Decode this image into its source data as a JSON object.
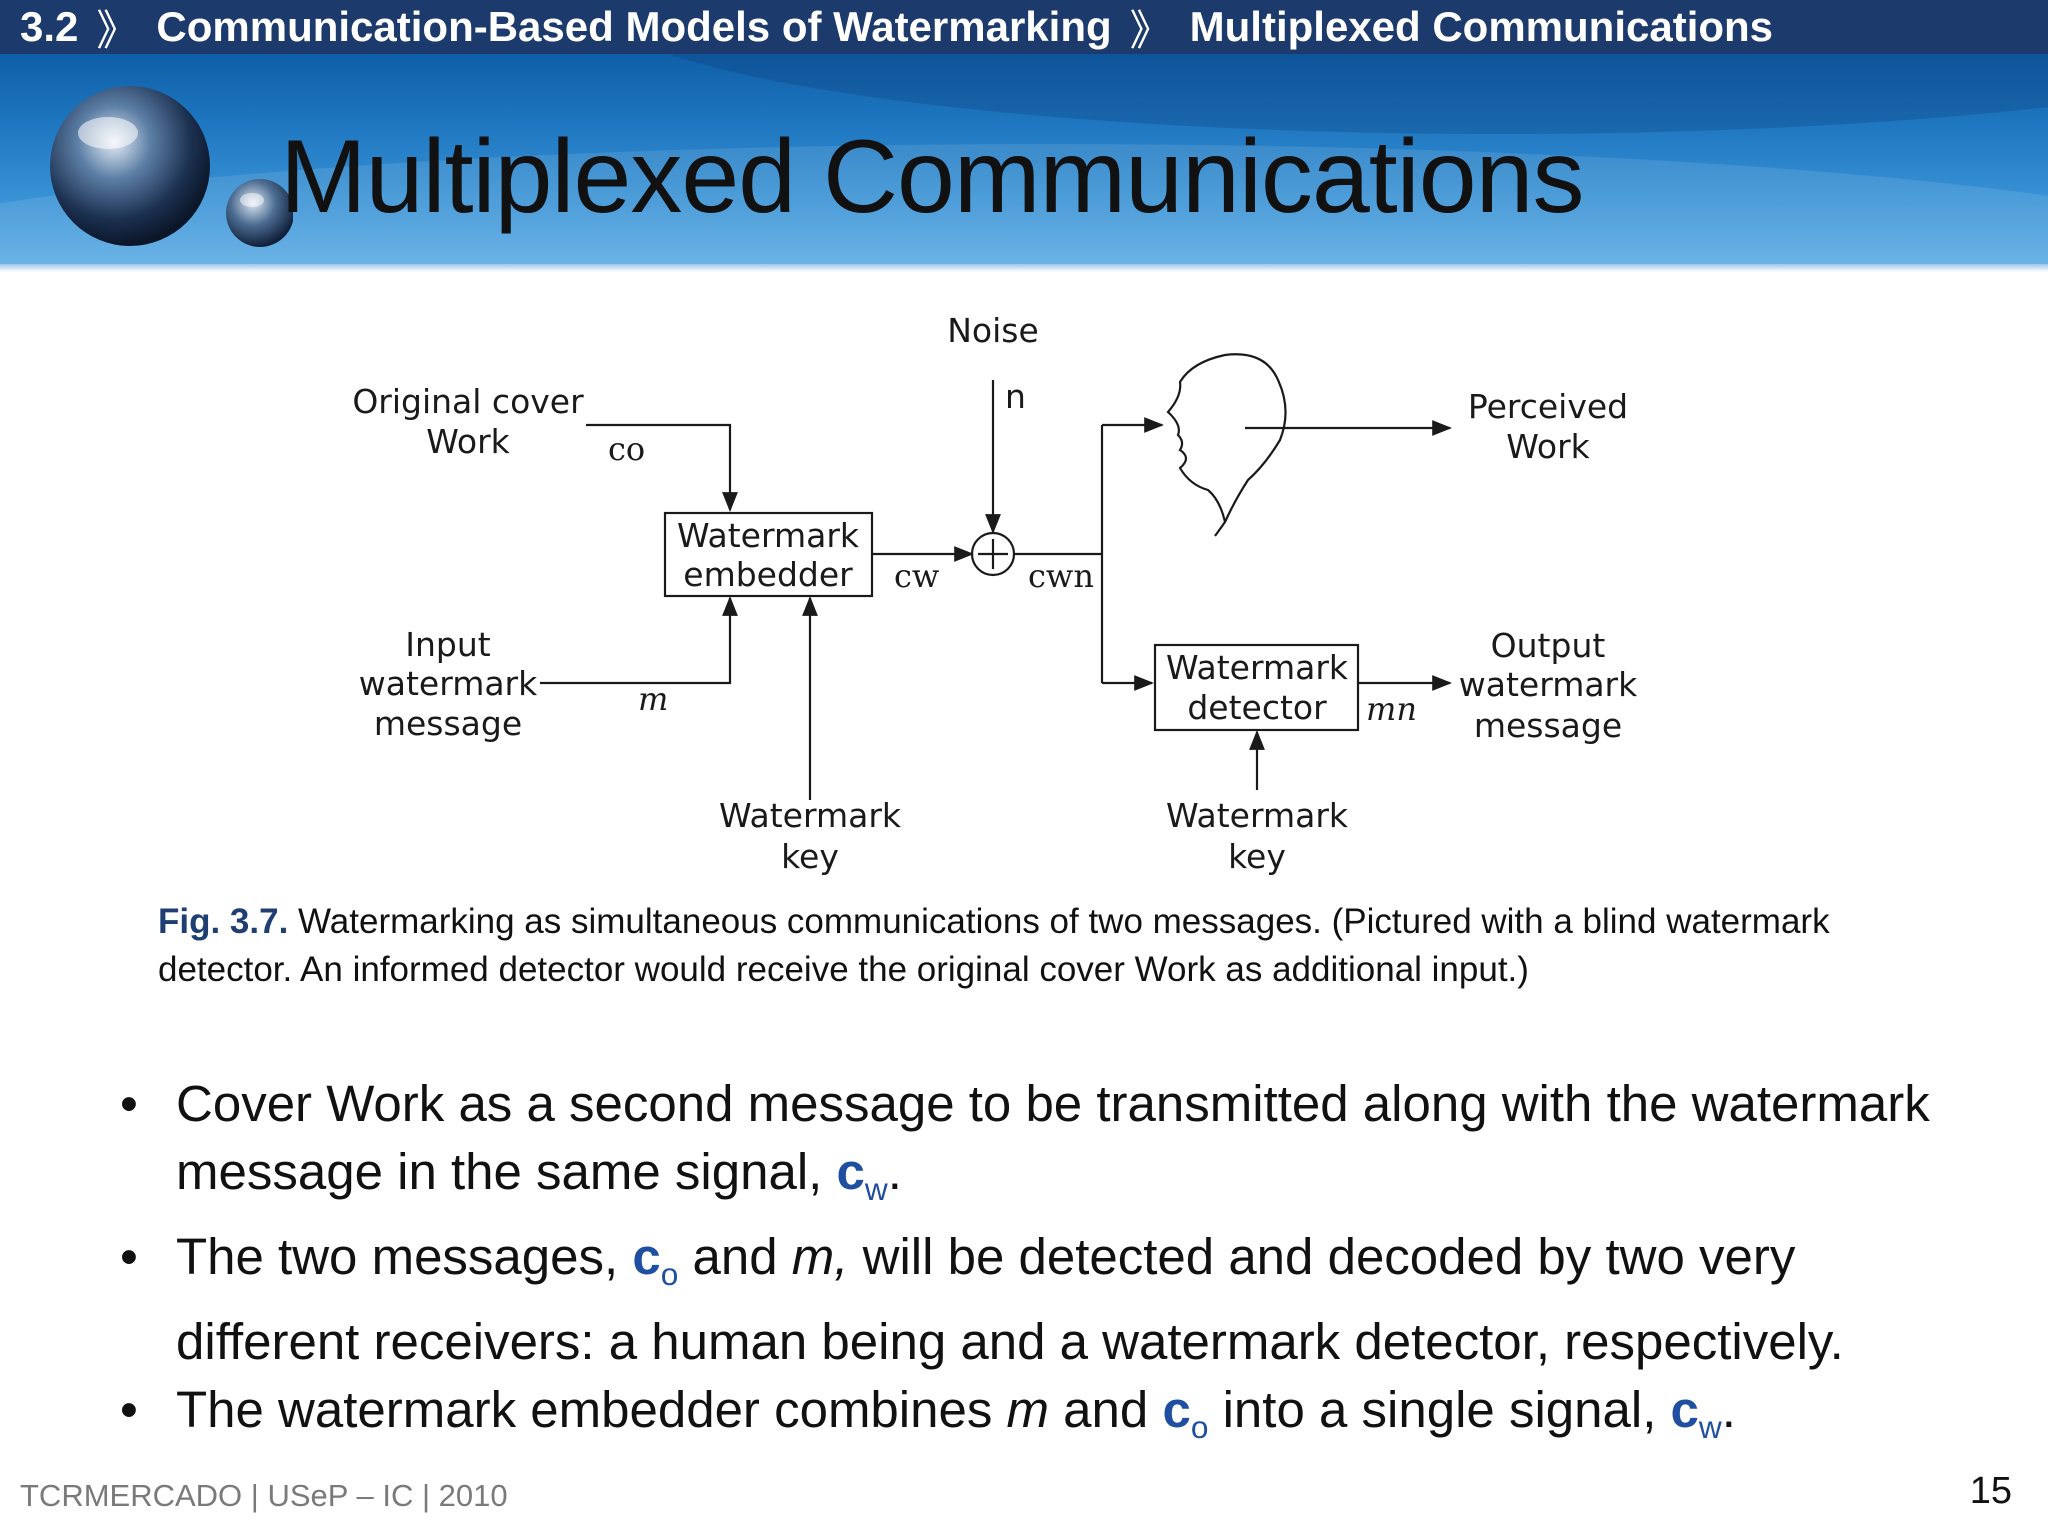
{
  "breadcrumb": {
    "section": "3.2",
    "separator": "》",
    "chapter": "Communication-Based Models of Watermarking",
    "topic": "Multiplexed Communications"
  },
  "title": "Multiplexed Communications",
  "diagram": {
    "noise": "Noise",
    "noise_symbol": "n",
    "original_cover_line1": "Original cover",
    "original_cover_line2": "Work",
    "co_symbol": "co",
    "embedder_line1": "Watermark",
    "embedder_line2": "embedder",
    "cw_symbol": "cw",
    "plus_symbol": "+",
    "cwn_symbol": "cwn",
    "perceived_line1": "Perceived",
    "perceived_line2": "Work",
    "input_line1": "Input",
    "input_line2": "watermark",
    "input_line3": "message",
    "m_symbol": "m",
    "key1_line1": "Watermark",
    "key1_line2": "key",
    "detector_line1": "Watermark",
    "detector_line2": "detector",
    "mn_symbol": "mn",
    "output_line1": "Output",
    "output_line2": "watermark",
    "output_line3": "message",
    "key2_line1": "Watermark",
    "key2_line2": "key"
  },
  "caption": {
    "label": "Fig. 3.7.",
    "text": "Watermarking as simultaneous communications of two messages. (Pictured with a blind watermark detector. An informed detector would receive the original cover Work as additional input.)"
  },
  "bullets": [
    {
      "t1": "Cover Work as a second message to be transmitted along with the watermark message in the same signal, ",
      "v1": "c",
      "s1": "w",
      "t2": "."
    },
    {
      "t1": "The two messages, ",
      "v1": "c",
      "s1": "o",
      "t2": " and ",
      "m": "m,",
      "t3": " will be detected and decoded by two very different receivers: a human being and a watermark detector, respectively."
    },
    {
      "t1": "The watermark embedder combines ",
      "m": "m",
      "t2": " and ",
      "v1": "c",
      "s1": "o",
      "t3": " into a single signal, ",
      "v2": "c",
      "s2": "w",
      "t4": "."
    }
  ],
  "footer": {
    "credit": "TCRMERCADO | USeP – IC | 2010",
    "page_number": "15"
  },
  "colors": {
    "topbar": "#1c3a6b",
    "band": "#1f78c1",
    "accent_var": "#1f4fa0"
  }
}
